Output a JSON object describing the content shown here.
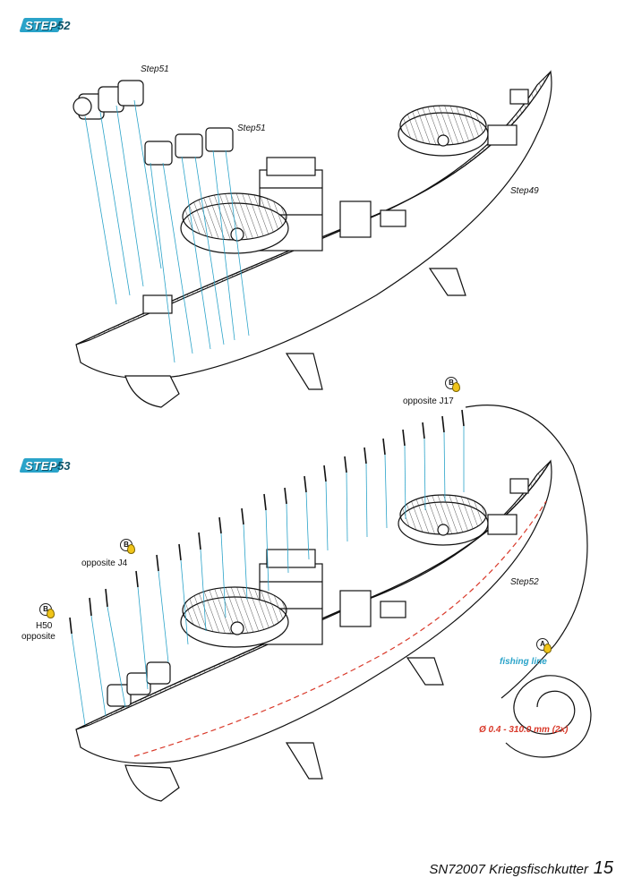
{
  "step52": {
    "label": "STEP",
    "number": "52"
  },
  "step53": {
    "label": "STEP",
    "number": "53"
  },
  "refs": {
    "step51_a": "Step51",
    "step51_b": "Step51",
    "step49": "Step49",
    "step52": "Step52"
  },
  "callouts": {
    "b1": {
      "letter": "B",
      "text": "opposite J17"
    },
    "b2": {
      "letter": "B",
      "text": "opposite J4"
    },
    "b3": {
      "letter": "B",
      "line1": "H50",
      "line2": "opposite"
    },
    "a": {
      "letter": "A",
      "text": "fishing line"
    }
  },
  "dimension": "Ø 0.4 - 310.0 mm (2x)",
  "footer": {
    "title": "SN72007 Kriegsfischkutter",
    "page": "15"
  },
  "colors": {
    "accent": "#2aa3c9",
    "dim": "#d93a2b",
    "drop": "#f0c419"
  }
}
